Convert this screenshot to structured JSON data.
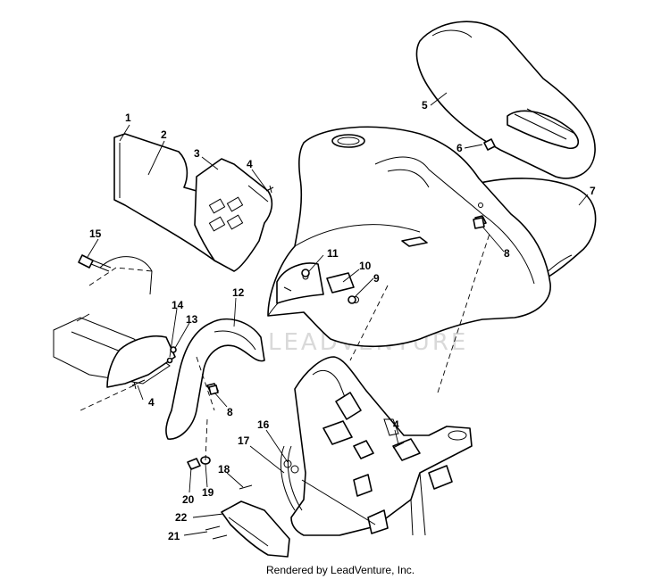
{
  "diagram": {
    "callouts": [
      {
        "id": "c1",
        "label": "1"
      },
      {
        "id": "c2",
        "label": "2"
      },
      {
        "id": "c3",
        "label": "3"
      },
      {
        "id": "c4a",
        "label": "4"
      },
      {
        "id": "c5",
        "label": "5"
      },
      {
        "id": "c6",
        "label": "6"
      },
      {
        "id": "c7",
        "label": "7"
      },
      {
        "id": "c8a",
        "label": "8"
      },
      {
        "id": "c9",
        "label": "9"
      },
      {
        "id": "c10",
        "label": "10"
      },
      {
        "id": "c11",
        "label": "11"
      },
      {
        "id": "c12",
        "label": "12"
      },
      {
        "id": "c13",
        "label": "13"
      },
      {
        "id": "c14",
        "label": "14"
      },
      {
        "id": "c15",
        "label": "15"
      },
      {
        "id": "c4b",
        "label": "4"
      },
      {
        "id": "c8b",
        "label": "8"
      },
      {
        "id": "c4c",
        "label": "4"
      },
      {
        "id": "c16",
        "label": "16"
      },
      {
        "id": "c17",
        "label": "17"
      },
      {
        "id": "c18",
        "label": "18"
      },
      {
        "id": "c19",
        "label": "19"
      },
      {
        "id": "c20",
        "label": "20"
      },
      {
        "id": "c21",
        "label": "21"
      },
      {
        "id": "c22",
        "label": "22"
      }
    ],
    "watermark": "LEADVENTURE",
    "credit": "Rendered by LeadVenture, Inc."
  }
}
